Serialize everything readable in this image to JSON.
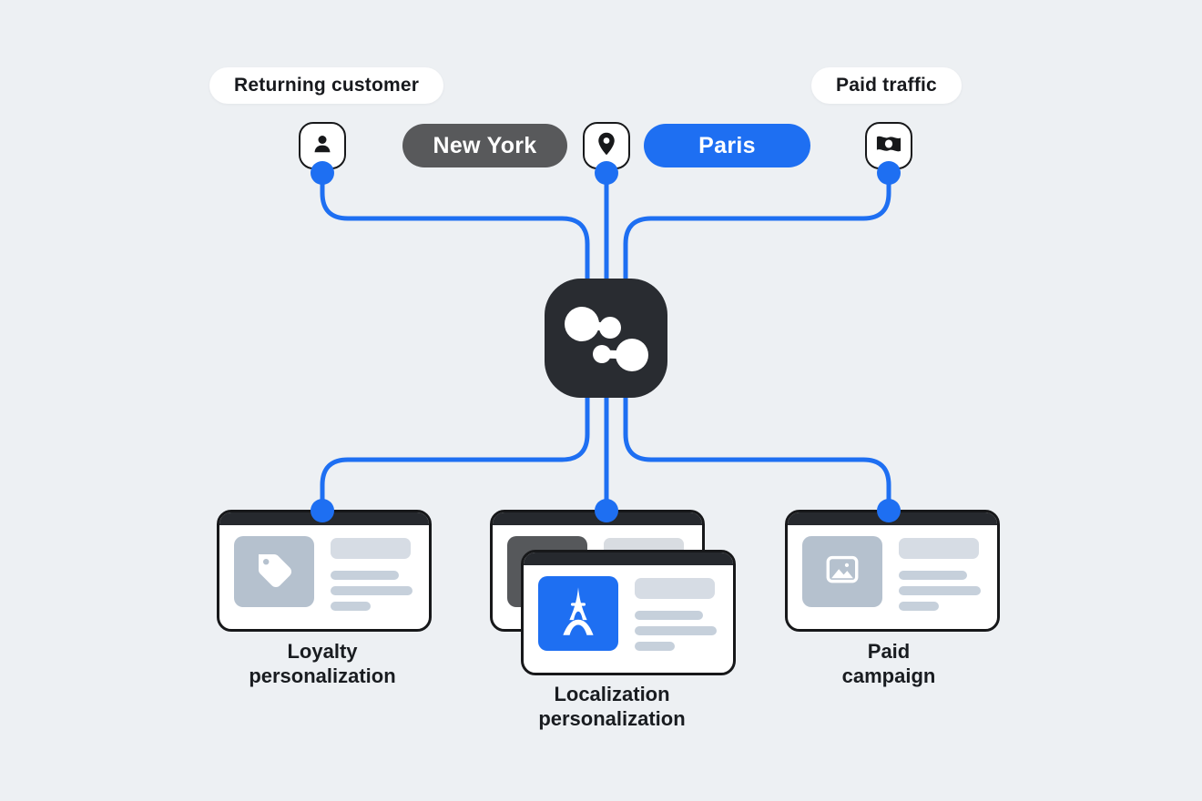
{
  "colors": {
    "background": "#edf0f3",
    "accent_blue": "#1e6ff2",
    "hub_dark": "#292c31",
    "card_header_dark": "#26292e",
    "gray_pill": "#58595b",
    "card_border": "#17181a",
    "placeholder_blue_gray": "#b5c1ce",
    "placeholder_light": "#d6dce4",
    "placeholder_line": "#c6d0db",
    "back_card_image_gray": "#56585b",
    "text_dark": "#191c20"
  },
  "top": {
    "returning_customer_tag": "Returning customer",
    "paid_traffic_tag": "Paid traffic",
    "new_york_pill": "New York",
    "paris_pill": "Paris"
  },
  "inputs": [
    {
      "id": "returning-customer",
      "icon": "person-icon"
    },
    {
      "id": "new-york",
      "label": "New York",
      "style": "dark-pill"
    },
    {
      "id": "location",
      "icon": "location-pin-icon"
    },
    {
      "id": "paris",
      "label": "Paris",
      "style": "blue-pill"
    },
    {
      "id": "paid-traffic",
      "icon": "money-icon"
    }
  ],
  "hub": {
    "name": "personalization-engine"
  },
  "cards": [
    {
      "label": "Loyalty personalization",
      "icon": "price-tag-icon"
    },
    {
      "label": "Localization personalization",
      "icon": "eiffel-tower-icon"
    },
    {
      "label": "Paid campaign",
      "icon": "photo-icon"
    }
  ]
}
